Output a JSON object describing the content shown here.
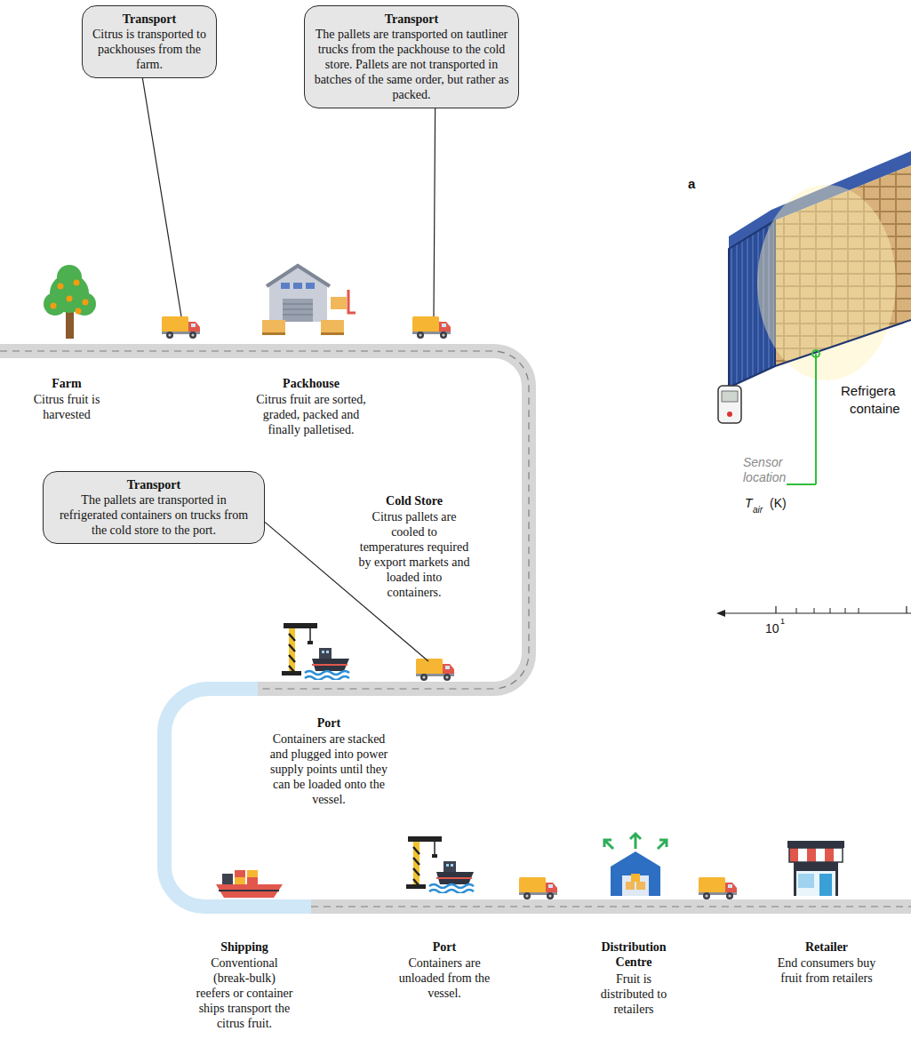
{
  "diagram": {
    "nodes": [
      {
        "text": [
          "Transport",
          "Citrus is transported to packhouses from the farm."
        ]
      },
      {
        "text": [
          "Transport",
          "The pallets are transported on tautliner trucks from the packhouse to the cold store. Pallets are not transported in batches of the same order, but rather as packed."
        ]
      },
      {
        "text": [
          "Transport",
          "The pallets are transported in refrigerated containers on trucks from the cold store to the port."
        ]
      }
    ],
    "labels": [
      "Farm",
      "Citrus fruit is harvested",
      "Packhouse",
      "Citrus fruit are sorted, graded, packed and finally palletised.",
      "Cold Store",
      "Citrus pallets are cooled to temperatures required by export markets and loaded into containers.",
      "Port",
      "Containers are stacked and plugged into power supply points until they can be loaded onto the vessel.",
      "Shipping",
      "Conventional (break-bulk) reefers or container ships transport the citrus fruit.",
      "Port",
      "Containers are unloaded from the vessel.",
      "Distribution Centre",
      "Fruit is distributed to retailers",
      "Retailer",
      "End consumers buy fruit from retailers",
      "a",
      "Refrigera",
      "containe",
      "Sensor location",
      "T",
      "air",
      "(K)",
      "10",
      "1"
    ]
  }
}
